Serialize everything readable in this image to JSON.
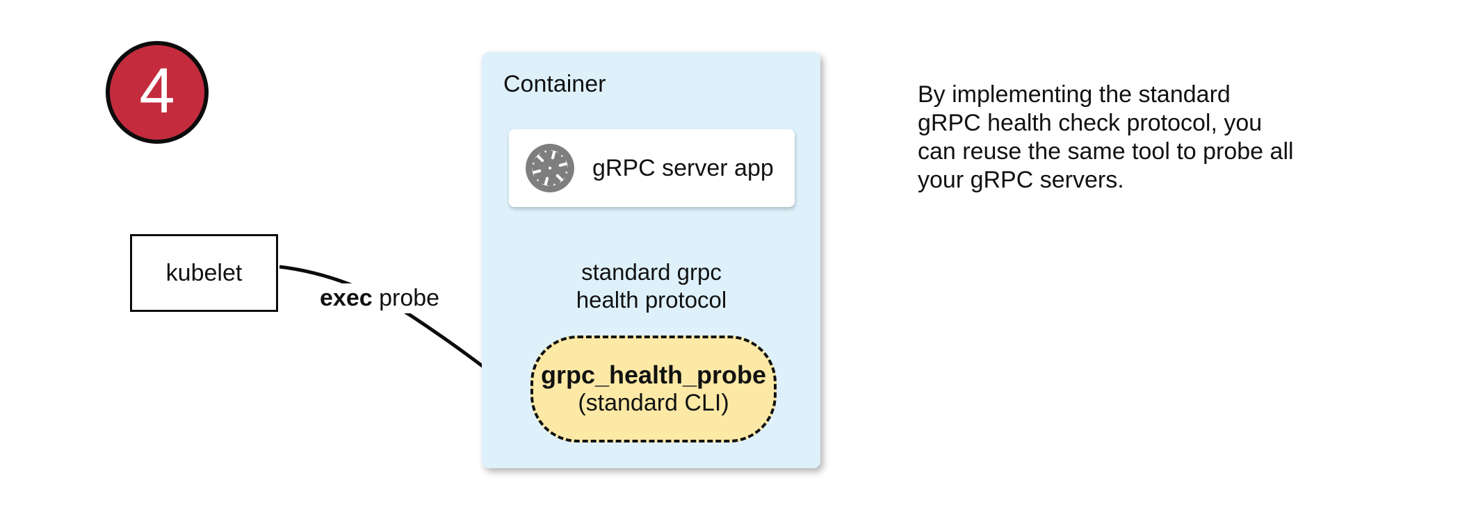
{
  "step_badge": {
    "number": "4"
  },
  "kubelet": {
    "label": "kubelet"
  },
  "exec_probe_label": {
    "bold": "exec",
    "rest": " probe"
  },
  "container": {
    "title": "Container",
    "server_app": {
      "label": "gRPC server app",
      "icon": "aperture-icon",
      "icon_color": "#7e7e7e"
    },
    "protocol_arrow_label": {
      "line1": "standard grpc",
      "line2": "health protocol"
    },
    "probe": {
      "title": "grpc_health_probe",
      "subtitle": "(standard CLI)"
    }
  },
  "description": {
    "lines": [
      "By implementing the standard",
      "gRPC health check protocol, you",
      "can reuse the same tool to probe all",
      "your gRPC servers."
    ]
  },
  "colors": {
    "badge_red": "#c42c3e",
    "container_bg": "#def1fb",
    "probe_bg": "#fce9a6",
    "icon_gray": "#7e7e7e"
  }
}
